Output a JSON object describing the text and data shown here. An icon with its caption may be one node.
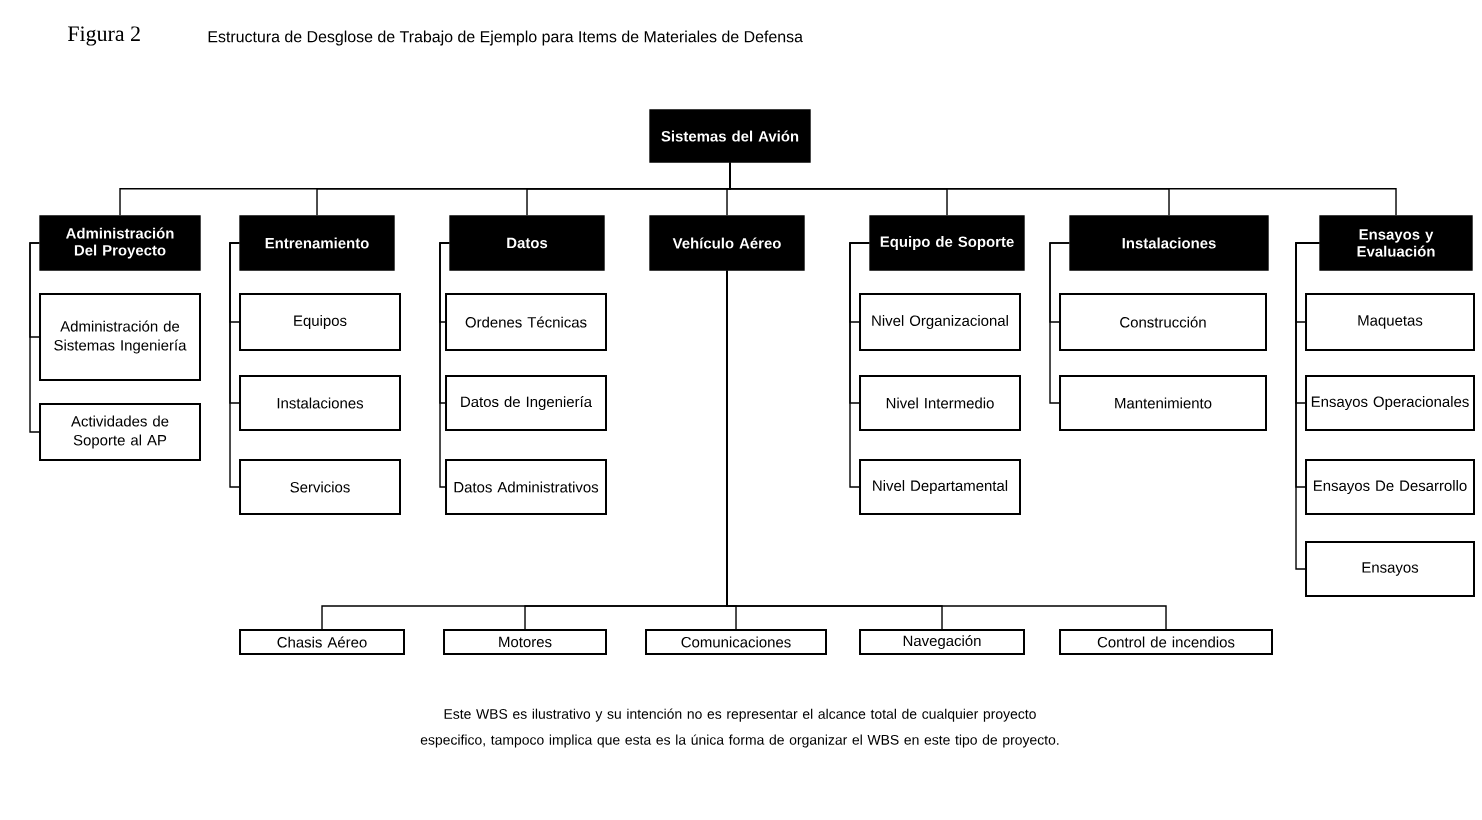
{
  "diagram": {
    "title": "Estructura de Desglose de Trabajo de Ejemplo para Items de Materiales de Defensa",
    "caption": "Este WBS es ilustrativo y su intención no es representar el alcance total de cualquier proyecto especifico, tampoco implica que esta es la única forma de organizar el WBS en este tipo de proyecto.",
    "labels": [
      "Figura 2"
    ],
    "nodes": [
      {
        "text": [
          "Sistemas del Avión"
        ]
      },
      {
        "text": [
          "Administración Del Proyecto"
        ]
      },
      {
        "text": [
          "Entrenamiento"
        ]
      },
      {
        "text": [
          "Datos"
        ]
      },
      {
        "text": [
          "Vehículo Aéreo"
        ]
      },
      {
        "text": [
          "Equipo de Soporte"
        ]
      },
      {
        "text": [
          "Instalaciones"
        ]
      },
      {
        "text": [
          "Ensayos y Evaluación"
        ]
      },
      {
        "text": [
          "Administración de Sistemas Ingeniería"
        ]
      },
      {
        "text": [
          "Actividades de Soporte al AP"
        ]
      },
      {
        "text": [
          "Equipos"
        ]
      },
      {
        "text": [
          "Instalaciones"
        ]
      },
      {
        "text": [
          "Servicios"
        ]
      },
      {
        "text": [
          "Ordenes Técnicas"
        ]
      },
      {
        "text": [
          "Datos de Ingeniería"
        ]
      },
      {
        "text": [
          "Datos Administrativos"
        ]
      },
      {
        "text": [
          "Nivel Organizacional"
        ]
      },
      {
        "text": [
          "Nivel Intermedio"
        ]
      },
      {
        "text": [
          "Nivel Departamental"
        ]
      },
      {
        "text": [
          "Construcción"
        ]
      },
      {
        "text": [
          "Mantenimiento"
        ]
      },
      {
        "text": [
          "Maquetas"
        ]
      },
      {
        "text": [
          "Ensayos Operacionales"
        ]
      },
      {
        "text": [
          "Ensayos De Desarrollo"
        ]
      },
      {
        "text": [
          "Ensayos"
        ]
      },
      {
        "text": [
          "Chasis Aéreo"
        ]
      },
      {
        "text": [
          "Motores"
        ]
      },
      {
        "text": [
          "Comunicaciones"
        ]
      },
      {
        "text": [
          "Navegación"
        ]
      },
      {
        "text": [
          "Control de incendios"
        ]
      }
    ],
    "edges": [
      {
        "from": 0,
        "to": 1,
        "arrow": "none"
      },
      {
        "from": 0,
        "to": 2,
        "arrow": "none"
      },
      {
        "from": 0,
        "to": 3,
        "arrow": "none"
      },
      {
        "from": 0,
        "to": 4,
        "arrow": "none"
      },
      {
        "from": 0,
        "to": 5,
        "arrow": "none"
      },
      {
        "from": 0,
        "to": 6,
        "arrow": "none"
      },
      {
        "from": 0,
        "to": 7,
        "arrow": "none"
      },
      {
        "from": 1,
        "to": 8,
        "arrow": "none"
      },
      {
        "from": 1,
        "to": 9,
        "arrow": "none"
      },
      {
        "from": 2,
        "to": 10,
        "arrow": "none"
      },
      {
        "from": 2,
        "to": 11,
        "arrow": "none"
      },
      {
        "from": 2,
        "to": 12,
        "arrow": "none"
      },
      {
        "from": 3,
        "to": 13,
        "arrow": "none"
      },
      {
        "from": 3,
        "to": 14,
        "arrow": "none"
      },
      {
        "from": 3,
        "to": 15,
        "arrow": "none"
      },
      {
        "from": 5,
        "to": 16,
        "arrow": "none"
      },
      {
        "from": 5,
        "to": 17,
        "arrow": "none"
      },
      {
        "from": 5,
        "to": 18,
        "arrow": "none"
      },
      {
        "from": 6,
        "to": 19,
        "arrow": "none"
      },
      {
        "from": 6,
        "to": 20,
        "arrow": "none"
      },
      {
        "from": 7,
        "to": 21,
        "arrow": "none"
      },
      {
        "from": 7,
        "to": 22,
        "arrow": "none"
      },
      {
        "from": 7,
        "to": 23,
        "arrow": "none"
      },
      {
        "from": 7,
        "to": 24,
        "arrow": "none"
      },
      {
        "from": 4,
        "to": 25,
        "arrow": "none"
      },
      {
        "from": 4,
        "to": 26,
        "arrow": "none"
      },
      {
        "from": 4,
        "to": 27,
        "arrow": "none"
      },
      {
        "from": 4,
        "to": 28,
        "arrow": "none"
      },
      {
        "from": 4,
        "to": 29,
        "arrow": "none"
      }
    ]
  }
}
